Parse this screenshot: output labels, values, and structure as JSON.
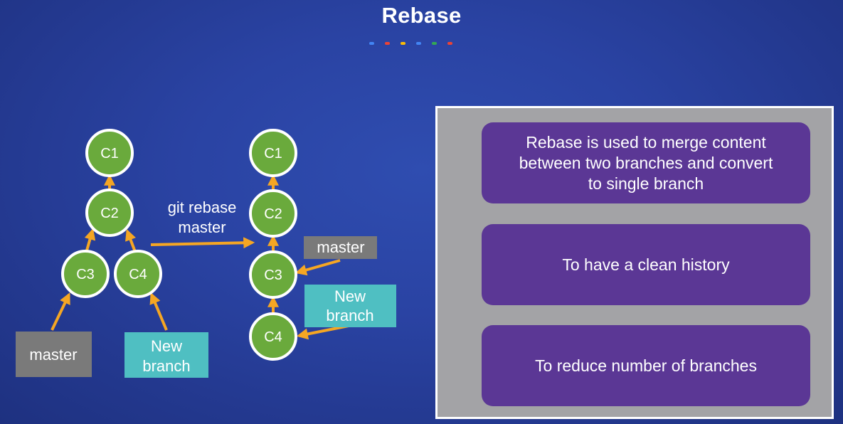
{
  "title": "Rebase",
  "title_dots": [
    "#4285f4",
    "#ea4335",
    "#fbbc05",
    "#4285f4",
    "#34a853",
    "#ea4335"
  ],
  "colors": {
    "commit_fill": "#6aaa3c",
    "commit_border": "#ffffff",
    "arrow": "#f5a623",
    "master_label_bg": "#7a7a7a",
    "branch_label_bg": "#4fbfc2",
    "panel_bg": "#a3a3a6",
    "card_bg": "#5b3795"
  },
  "before": {
    "commits": [
      "C1",
      "C2",
      "C3",
      "C4"
    ],
    "master_label": "master",
    "branch_label": [
      "New",
      "branch"
    ]
  },
  "command": [
    "git rebase",
    "master"
  ],
  "after": {
    "commits": [
      "C1",
      "C2",
      "C3",
      "C4"
    ],
    "master_label": "master",
    "branch_label": [
      "New",
      "branch"
    ]
  },
  "points": [
    {
      "lines": [
        "Rebase is used to merge content",
        "between two branches and convert",
        "to single branch"
      ]
    },
    {
      "lines": [
        "To have a clean history"
      ]
    },
    {
      "lines": [
        "To reduce number of branches"
      ]
    }
  ]
}
